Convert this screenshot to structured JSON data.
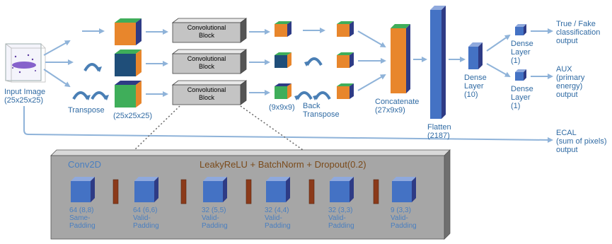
{
  "input_label": "Input Image\n(25x25x25)",
  "transpose_label": "Transpose",
  "shape_a_label": "(25x25x25)",
  "conv_block_label": "Convolutional\nBlock",
  "shape_b_label": "(9x9x9)",
  "back_transpose_label": "Back\nTranspose",
  "concat_label": "Concatenate\n(27x9x9)",
  "flatten_label": "Flatten\n(2187)",
  "dense10_label": "Dense\nLayer\n(10)",
  "dense1a_label": "Dense\nLayer\n(1)",
  "dense1b_label": "Dense\nLayer\n(1)",
  "out1_label": "True / Fake\nclassification\noutput",
  "out2_label": "AUX\n(primary\nenergy)\noutput",
  "out3_label": "ECAL\n(sum of pixels)\noutput",
  "detail": {
    "conv2d": "Conv2D",
    "activation": "LeakyReLU + BatchNorm + Dropout(0.2)",
    "layers": [
      "64 (8,8)\nSame-\nPadding",
      "64 (6,6)\nValid-\nPadding",
      "32 (5,5)\nValid-\nPadding",
      "32 (4,4)\nValid-\nPadding",
      "32 (3,3)\nValid-\nPadding",
      "9 (3,3)\nValid-\nPadding"
    ]
  },
  "colors": {
    "arrow": "#8fb3d9",
    "orange": "#e8862c",
    "blue": "#4472c4",
    "navy": "#2e3b85",
    "teal": "#3fae5a",
    "darkteal": "#1f4e79",
    "gray": "#a6a6a6",
    "bar": "#8b3a1a"
  }
}
